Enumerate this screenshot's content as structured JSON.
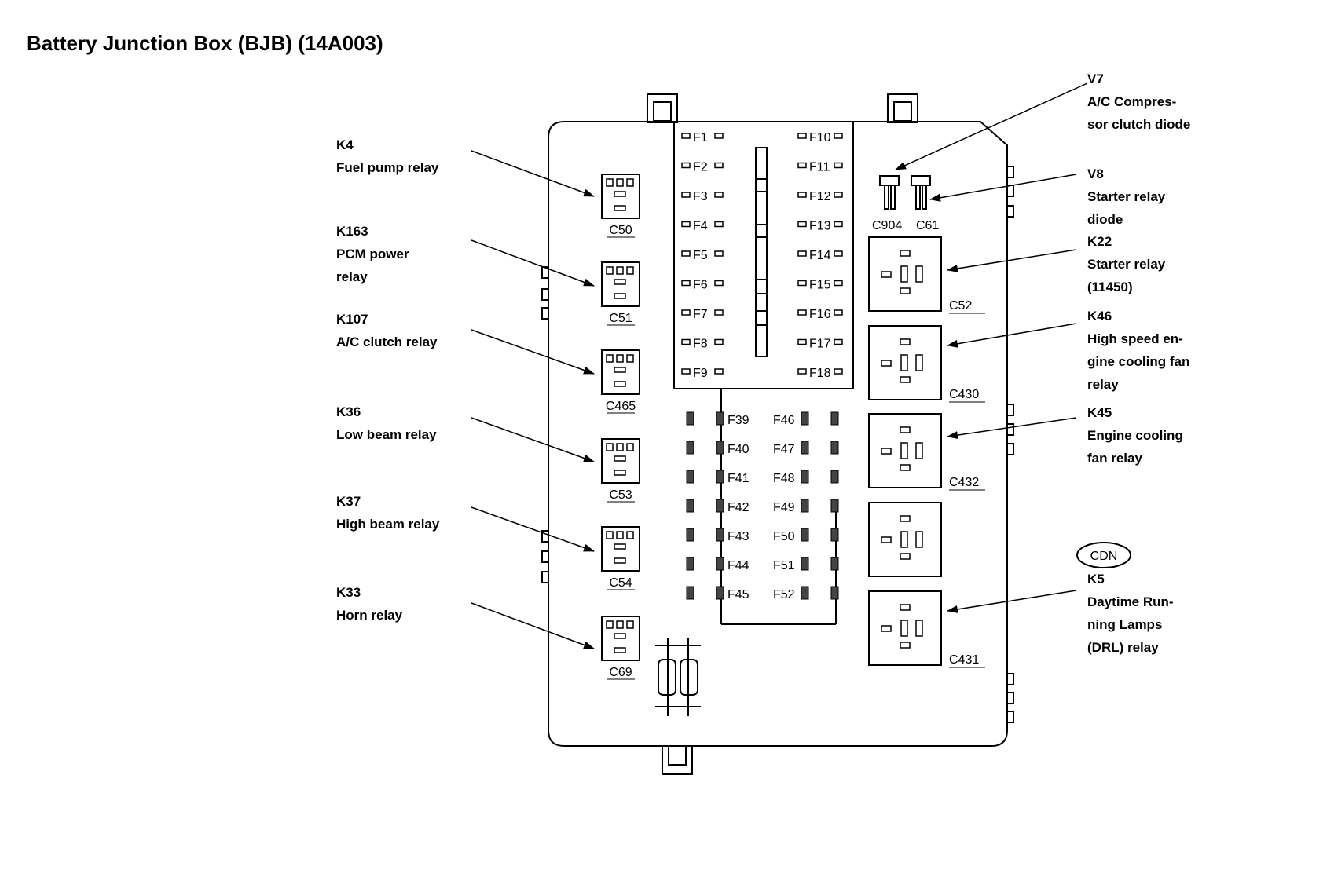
{
  "title": "Battery Junction Box (BJB) (14A003)",
  "left_labels": [
    {
      "id": "K4",
      "lines": [
        "K4",
        "Fuel pump relay"
      ]
    },
    {
      "id": "K163",
      "lines": [
        "K163",
        "PCM power",
        "relay"
      ]
    },
    {
      "id": "K107",
      "lines": [
        "K107",
        "A/C clutch relay"
      ]
    },
    {
      "id": "K36",
      "lines": [
        "K36",
        "Low beam relay"
      ]
    },
    {
      "id": "K37",
      "lines": [
        "K37",
        "High beam relay"
      ]
    },
    {
      "id": "K33",
      "lines": [
        "K33",
        "Horn relay"
      ]
    }
  ],
  "right_labels": [
    {
      "id": "V7",
      "lines": [
        "V7",
        "A/C Compres-",
        "sor clutch diode"
      ]
    },
    {
      "id": "V8",
      "lines": [
        "V8",
        "Starter relay",
        "diode"
      ]
    },
    {
      "id": "K22",
      "lines": [
        "K22",
        "Starter relay",
        "(11450)"
      ]
    },
    {
      "id": "K46",
      "lines": [
        "K46",
        "High speed en-",
        "gine cooling fan",
        "relay"
      ]
    },
    {
      "id": "K45",
      "lines": [
        "K45",
        "Engine cooling",
        "fan relay"
      ]
    },
    {
      "id": "K5",
      "lines": [
        "K5",
        "Daytime Run-",
        "ning Lamps",
        "(DRL) relay"
      ]
    }
  ],
  "cdn_badge": "CDN",
  "small_relay_connectors": [
    "C50",
    "C51",
    "C465",
    "C53",
    "C54",
    "C69"
  ],
  "diode_connectors": [
    "C904",
    "C61"
  ],
  "large_relay_connectors": [
    "C52",
    "C430",
    "C432",
    "",
    "C431"
  ],
  "fuses_upper_left": [
    "F1",
    "F2",
    "F3",
    "F4",
    "F5",
    "F6",
    "F7",
    "F8",
    "F9"
  ],
  "fuses_upper_right": [
    "F10",
    "F11",
    "F12",
    "F13",
    "F14",
    "F15",
    "F16",
    "F17",
    "F18"
  ],
  "fuses_lower_left": [
    "F39",
    "F40",
    "F41",
    "F42",
    "F43",
    "F44",
    "F45"
  ],
  "fuses_lower_right": [
    "F46",
    "F47",
    "F48",
    "F49",
    "F50",
    "F51",
    "F52"
  ]
}
